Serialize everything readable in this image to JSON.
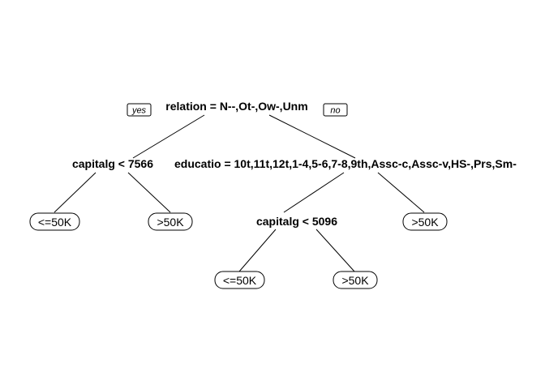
{
  "tree": {
    "edge_labels": {
      "yes": "yes",
      "no": "no"
    },
    "root": {
      "split": "relation = N--,Ot-,Ow-,Unm"
    },
    "left": {
      "split": "capitalg < 7566",
      "leaves": [
        "<=50K",
        ">50K"
      ]
    },
    "right": {
      "split": "educatio = 10t,11t,12t,1-4,5-6,7-8,9th,Assc-c,Assc-v,HS-,Prs,Sm-",
      "inner": {
        "split": "capitalg < 5096",
        "leaves": [
          "<=50K",
          ">50K"
        ]
      },
      "leaf": ">50K"
    }
  }
}
